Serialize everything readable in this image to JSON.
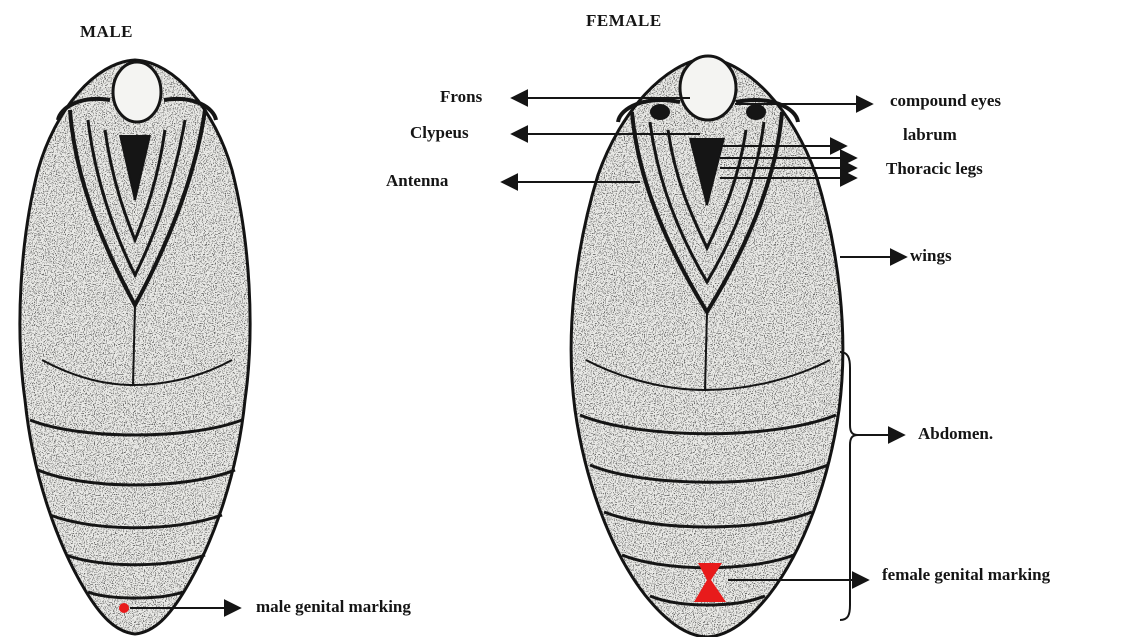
{
  "titles": {
    "male": "MALE",
    "female": "FEMALE"
  },
  "labels": {
    "frons": "Frons",
    "clypeus": "Clypeus",
    "antenna": "Antenna",
    "compound_eyes": "compound eyes",
    "labrum": "labrum",
    "thoracic_legs": "Thoracic legs",
    "wings": "wings",
    "abdomen": "Abdomen.",
    "female_marking": "female genital marking",
    "male_marking": "male genital marking"
  },
  "colors": {
    "ink": "#151515",
    "pupa_fill": "#e9e9e6",
    "marking": "#e81b1b"
  }
}
